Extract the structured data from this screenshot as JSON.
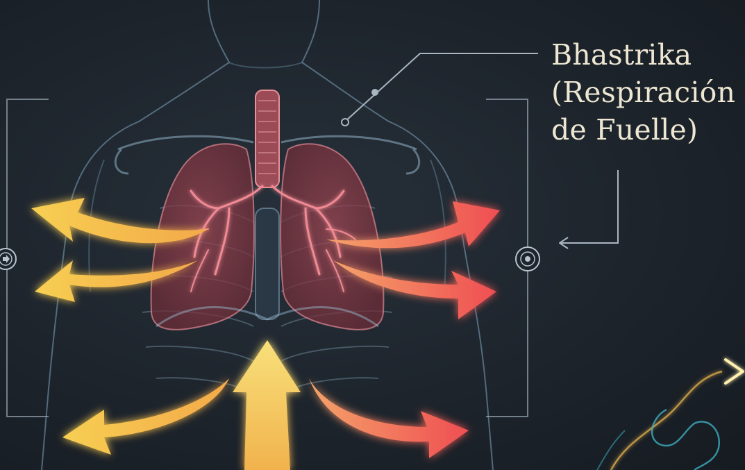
{
  "label": {
    "line1": "Bhastrika",
    "line2": "(Respiración",
    "line3": "de Fuelle)"
  },
  "colors": {
    "background": "#1d242c",
    "body_outline": "#7fa6bf",
    "lung_fill": "#8a3a44",
    "airway": "#d9707a",
    "arrow_warm_yellow": "#f2c24a",
    "arrow_warm_red": "#ee5a52",
    "label_text": "#ede6d2",
    "pointer_line": "#a9b6c2"
  },
  "icons": {
    "left_marker": "arrow-target-icon",
    "right_marker": "target-icon"
  }
}
